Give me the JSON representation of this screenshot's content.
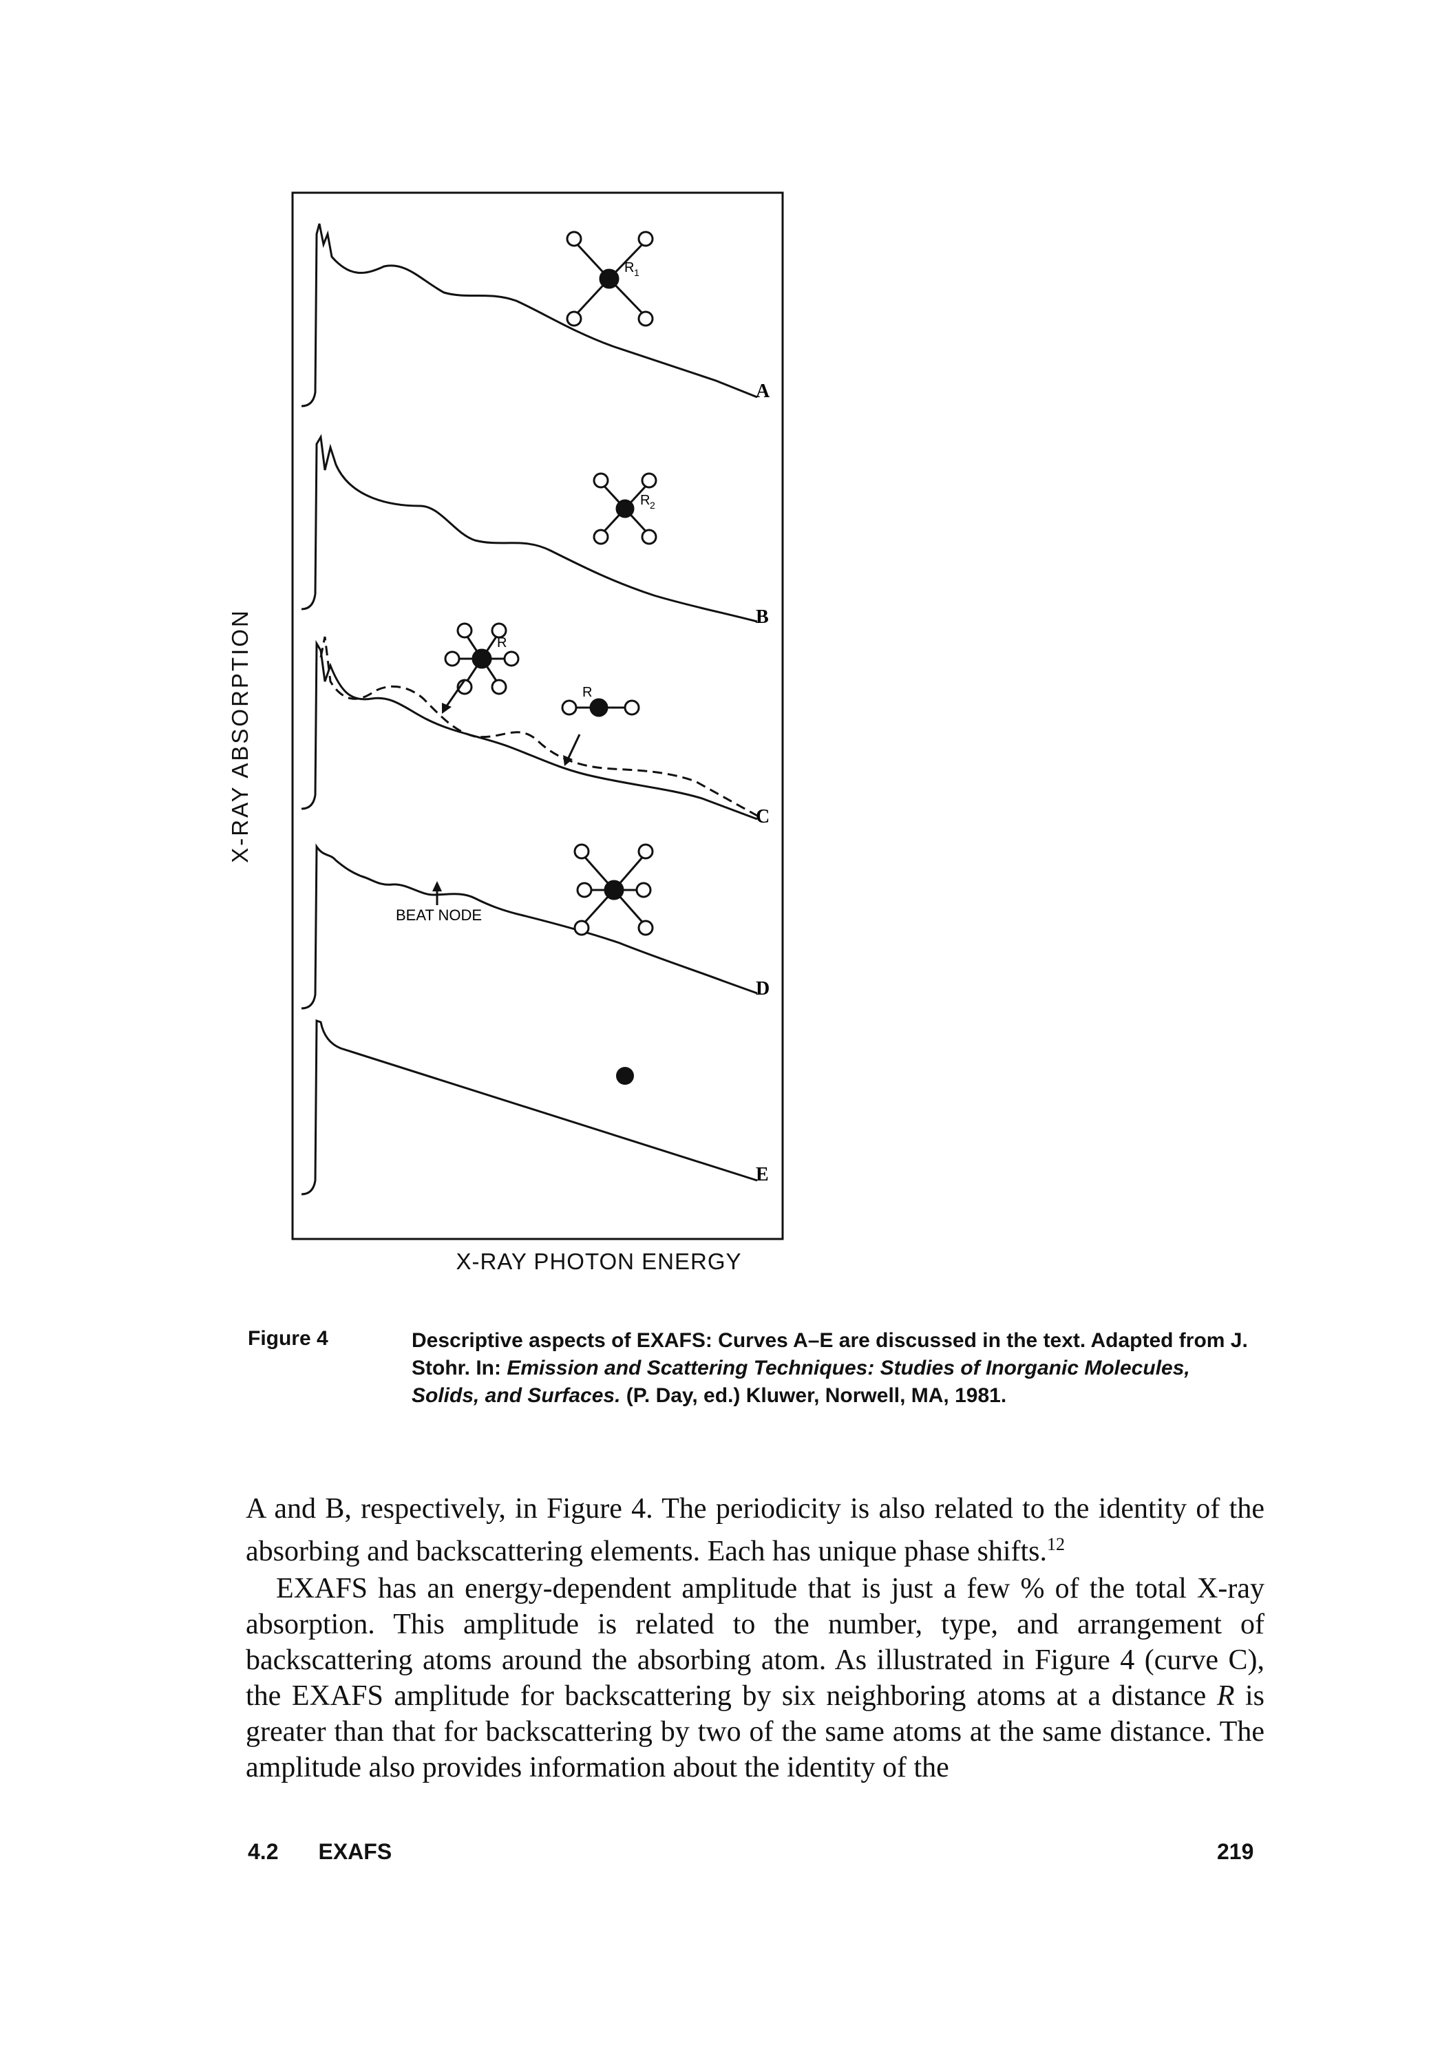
{
  "figure": {
    "ylabel": "X-RAY ABSORPTION",
    "xlabel": "X-RAY PHOTON ENERGY",
    "curves": [
      "A",
      "B",
      "C",
      "D",
      "E"
    ],
    "atom_labels": {
      "r1": "R",
      "r1_sub": "1",
      "r2": "R",
      "r2_sub": "2",
      "r_six": "R",
      "r_two": "R"
    },
    "annotation": "BEAT NODE"
  },
  "caption": {
    "label": "Figure 4",
    "text_1": "Descriptive aspects of EXAFS: Curves A–E are discussed in the text. Adapted from J. Stohr. In: ",
    "title_italic": "Emission and Scattering Techniques: Studies of Inorganic Molecules, Solids, and Surfaces.",
    "text_2": " (P. Day, ed.) Kluwer, Norwell, MA, 1981."
  },
  "body": {
    "p1_text": "A and B, respectively, in Figure 4. The periodicity is also related to the identity of the absorbing and backscattering elements. Each has unique phase shifts.",
    "p1_ref": "12",
    "p2_a": "EXAFS has an energy-dependent amplitude that is just a few % of the total X-ray absorption. This amplitude is related to the number, type, and arrangement of backscattering atoms around the absorbing atom. As illustrated in Figure 4 (curve C), the EXAFS amplitude for backscattering by six neighboring atoms at a distance ",
    "p2_var": "R",
    "p2_b": " is greater than that for backscattering by two of the same atoms at the same distance. The amplitude also provides information about the identity of the"
  },
  "footer": {
    "section": "4.2",
    "title": "EXAFS",
    "page": "219"
  }
}
